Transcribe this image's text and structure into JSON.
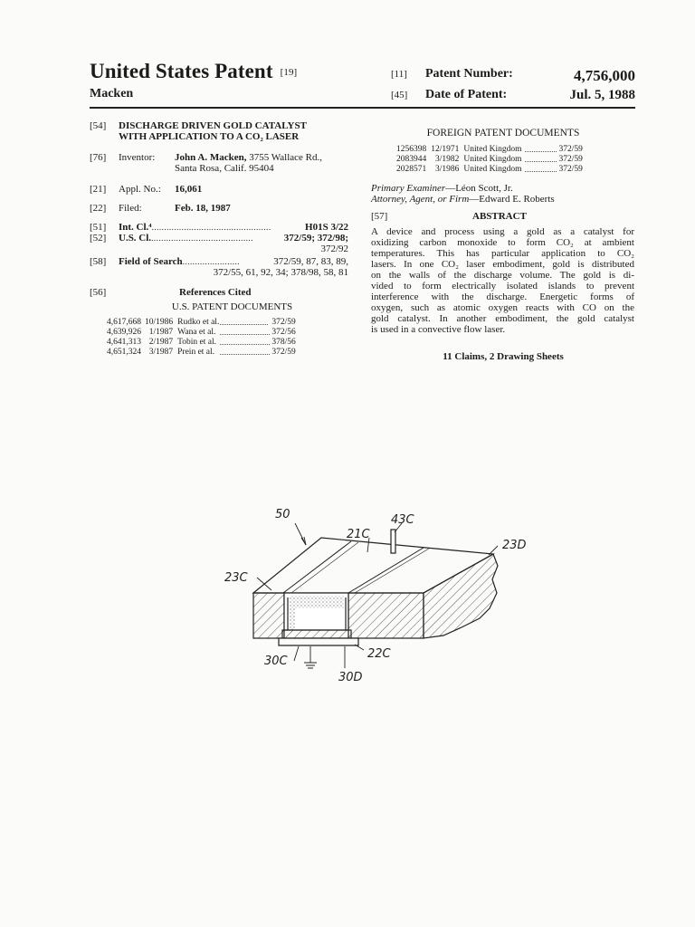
{
  "header": {
    "title": "United States Patent",
    "title_code": "[19]",
    "inventor_surname": "Macken",
    "patent_number_tag": "[11]",
    "patent_number_label": "Patent Number:",
    "patent_number": "4,756,000",
    "date_tag": "[45]",
    "date_label": "Date of Patent:",
    "date": "Jul. 5, 1988"
  },
  "left": {
    "tag54": "[54]",
    "title_line1": "DISCHARGE DRIVEN GOLD CATALYST",
    "title_line2": "WITH APPLICATION TO A CO₂ LASER",
    "tag76": "[76]",
    "inventor_label": "Inventor:",
    "inventor_name": "John A. Macken,",
    "inventor_addr1": " 3755 Wallace Rd.,",
    "inventor_addr2": "Santa Rosa, Calif. 95404",
    "tag21": "[21]",
    "appl_label": "Appl. No.:",
    "appl_no": "16,061",
    "tag22": "[22]",
    "filed_label": "Filed:",
    "filed_date": "Feb. 18, 1987",
    "tag51": "[51]",
    "intcl_label": "Int. Cl.⁴",
    "intcl_dots": "................................................",
    "intcl_value": "H01S 3/22",
    "tag52": "[52]",
    "uscl_label": "U.S. Cl.",
    "uscl_dots": ".........................................",
    "uscl_value": "372/59; 372/98;",
    "uscl_value2": "372/92",
    "tag58": "[58]",
    "fos_label": "Field of Search",
    "fos_dots": ".......................",
    "fos_value1": "372/59, 87, 83, 89,",
    "fos_value2": "372/55, 61, 92, 34; 378/98, 58, 81",
    "tag56": "[56]",
    "refs_heading": "References Cited",
    "us_docs_heading": "U.S. PATENT DOCUMENTS",
    "us_refs": [
      {
        "num": "4,617,668",
        "date": "10/1986",
        "name": "Rudko et al.",
        "dots": "...........................",
        "cls": "372/59"
      },
      {
        "num": "4,639,926",
        "date": "1/1987",
        "name": "Wana et al.",
        "dots": "............................",
        "cls": "372/56"
      },
      {
        "num": "4,641,313",
        "date": "2/1987",
        "name": "Tobin et al.",
        "dots": "............................",
        "cls": "378/56"
      },
      {
        "num": "4,651,324",
        "date": "3/1987",
        "name": "Prein et al.",
        "dots": "............................",
        "cls": "372/59"
      }
    ]
  },
  "right": {
    "foreign_heading": "FOREIGN PATENT DOCUMENTS",
    "foreign_refs": [
      {
        "num": "1256398",
        "date": "12/1971",
        "country": "United Kingdom",
        "dots": "..................",
        "cls": "372/59"
      },
      {
        "num": "2083944",
        "date": "3/1982",
        "country": "United Kingdom",
        "dots": "..................",
        "cls": "372/59"
      },
      {
        "num": "2028571",
        "date": "3/1986",
        "country": "United Kingdom",
        "dots": "..................",
        "cls": "372/59"
      }
    ],
    "primary_examiner_label": "Primary Examiner",
    "primary_examiner": "—Léon Scott, Jr.",
    "attorney_label": "Attorney, Agent, or Firm",
    "attorney": "—Edward E. Roberts",
    "tag57": "[57]",
    "abstract_heading": "ABSTRACT",
    "abstract_lines": [
      "A device and process using a gold as a catalyst for",
      "oxidizing carbon monoxide to form CO₂ at ambient",
      "temperatures. This has particular application to CO₂",
      "lasers. In one CO₂ laser embodiment, gold is distributed",
      "on the walls of the discharge volume. The gold is di-",
      "vided to form electrically isolated islands to prevent",
      "interference with the discharge. Energetic forms of",
      "oxygen, such as atomic oxygen reacts with CO on the",
      "gold catalyst. In another embodiment, the gold catalyst",
      "is used in a convective flow laser."
    ],
    "claims": "11 Claims, 2 Drawing Sheets"
  },
  "figure": {
    "labels": {
      "l50": "50",
      "l21c": "21C",
      "l43c": "43C",
      "l23d": "23D",
      "l23c": "23C",
      "l22c": "22C",
      "l30c": "30C",
      "l30d": "30D"
    }
  }
}
